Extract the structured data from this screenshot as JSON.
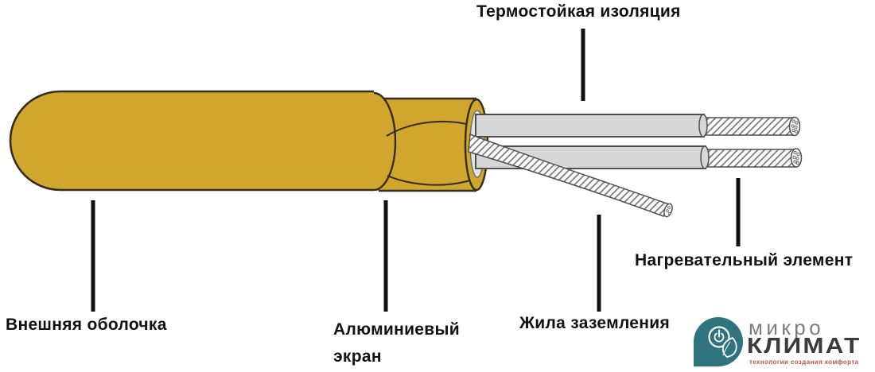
{
  "diagram": {
    "type": "heating-cable-cutaway",
    "labels": {
      "insulation": "Термостойкая изоляция",
      "outer_sheath": "Внешняя оболочка",
      "aluminum_screen": "Алюминиевый экран",
      "ground_core": "Жила заземления",
      "heating_element": "Нагревательный элемент"
    },
    "colors": {
      "cable_sheath_yellow": "#d0a62d",
      "cable_outline": "#362d1c",
      "wire_insulation_gray": "#d7d7d7",
      "strand_hatch": "#6f6f6f",
      "leader_line": "#0f0f0f",
      "label_text": "#111111"
    }
  },
  "logo": {
    "brand_top": "микро",
    "brand_bottom": "КЛИМАТ",
    "tagline": "технологии создания комфорта",
    "icons": [
      "power-icon",
      "leaf-icon"
    ],
    "colors": {
      "mark_teal": "#2f737f",
      "brand_top_gray": "#7d7d7d",
      "brand_bottom_dark": "#3c3c3c",
      "tagline_red": "#b2564c"
    }
  }
}
